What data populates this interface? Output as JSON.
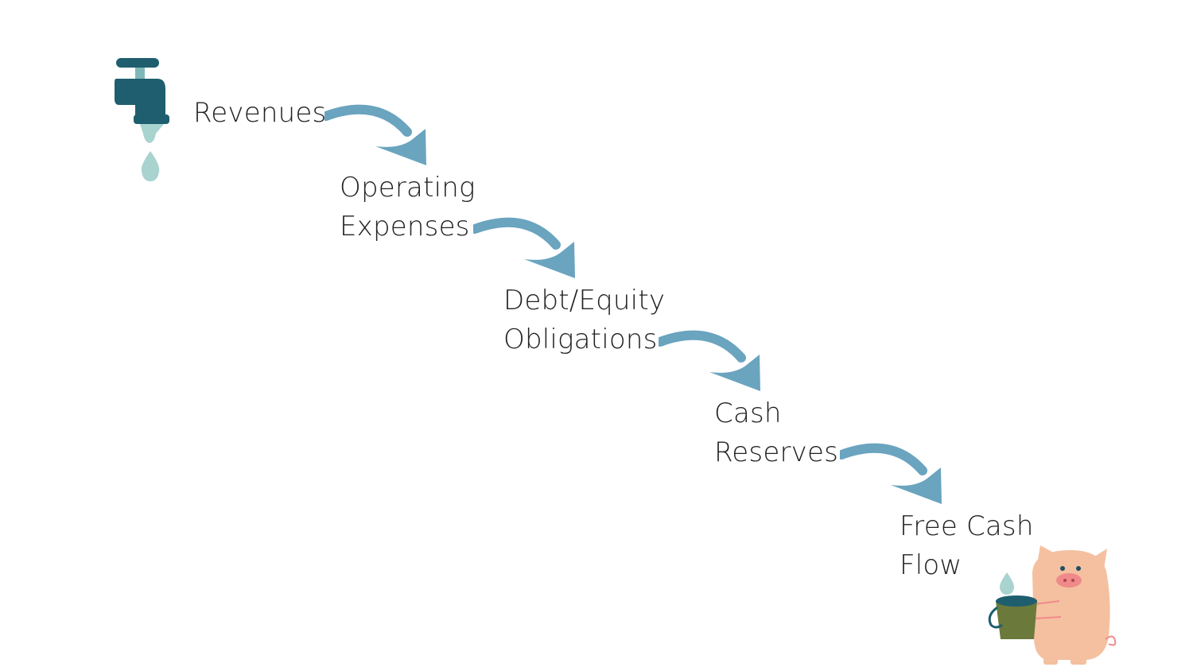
{
  "diagram": {
    "type": "cash-waterfall-flow",
    "steps": [
      {
        "lines": [
          "Revenues"
        ]
      },
      {
        "lines": [
          "Operating",
          "Expenses"
        ]
      },
      {
        "lines": [
          "Debt/Equity",
          "Obligations"
        ]
      },
      {
        "lines": [
          "Cash",
          "Reserves"
        ]
      },
      {
        "lines": [
          "Free Cash",
          "Flow"
        ]
      }
    ],
    "icons": {
      "start": "faucet-icon",
      "end": "piggy-with-bucket-icon",
      "connector": "curved-arrow-icon"
    },
    "colors": {
      "arrow": "#6aa4bf",
      "faucet": "#1f5e6f",
      "water_drop": "#a8d3cf",
      "pig": "#f4c0a0",
      "pig_nose": "#f08a8a",
      "bucket": "#6b7a3a",
      "text": "#222222"
    }
  }
}
